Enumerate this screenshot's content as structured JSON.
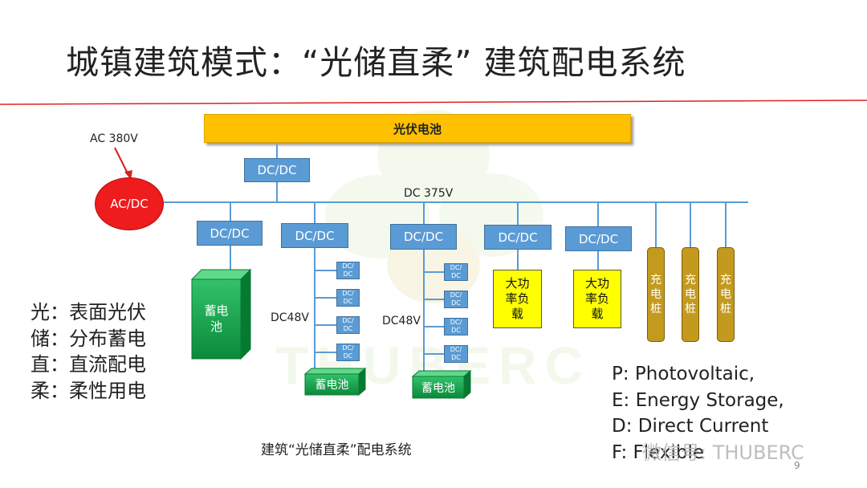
{
  "title": "城镇建筑模式：“光储直柔” 建筑配电系统",
  "pv_array": "光伏电池",
  "ac_label": "AC 380V",
  "acdc_label": "AC/DC",
  "bus_label": "DC 375V",
  "dcdc_label": "DC/DC",
  "mini_dcdc_top": "DC/",
  "mini_dcdc_bottom": "DC",
  "dc48_label": "DC48V",
  "battery_big": "蓄电池",
  "battery_small": "蓄电池",
  "high_power_load": "大功率负载",
  "charging_pile": "充电桩",
  "legend_cn": [
    "光：表面光伏",
    "储：分布蓄电",
    "直：直流配电",
    "柔：柔性用电"
  ],
  "legend_en": [
    "P: Photovoltaic,",
    "E: Energy Storage,",
    "D: Direct Current",
    "F: Flexible"
  ],
  "caption": "建筑“光储直柔”配电系统",
  "watermark_text": "THUBERC",
  "wechat_watermark": "微信号: THUBERC",
  "page_number": "9",
  "colors": {
    "pv": "#ffc000",
    "converter": "#5b9bd5",
    "acdc": "#ee1c1c",
    "battery": "#00b050",
    "load": "#ffff00",
    "pile": "#c49a1e",
    "title_rule": "#e02020"
  }
}
